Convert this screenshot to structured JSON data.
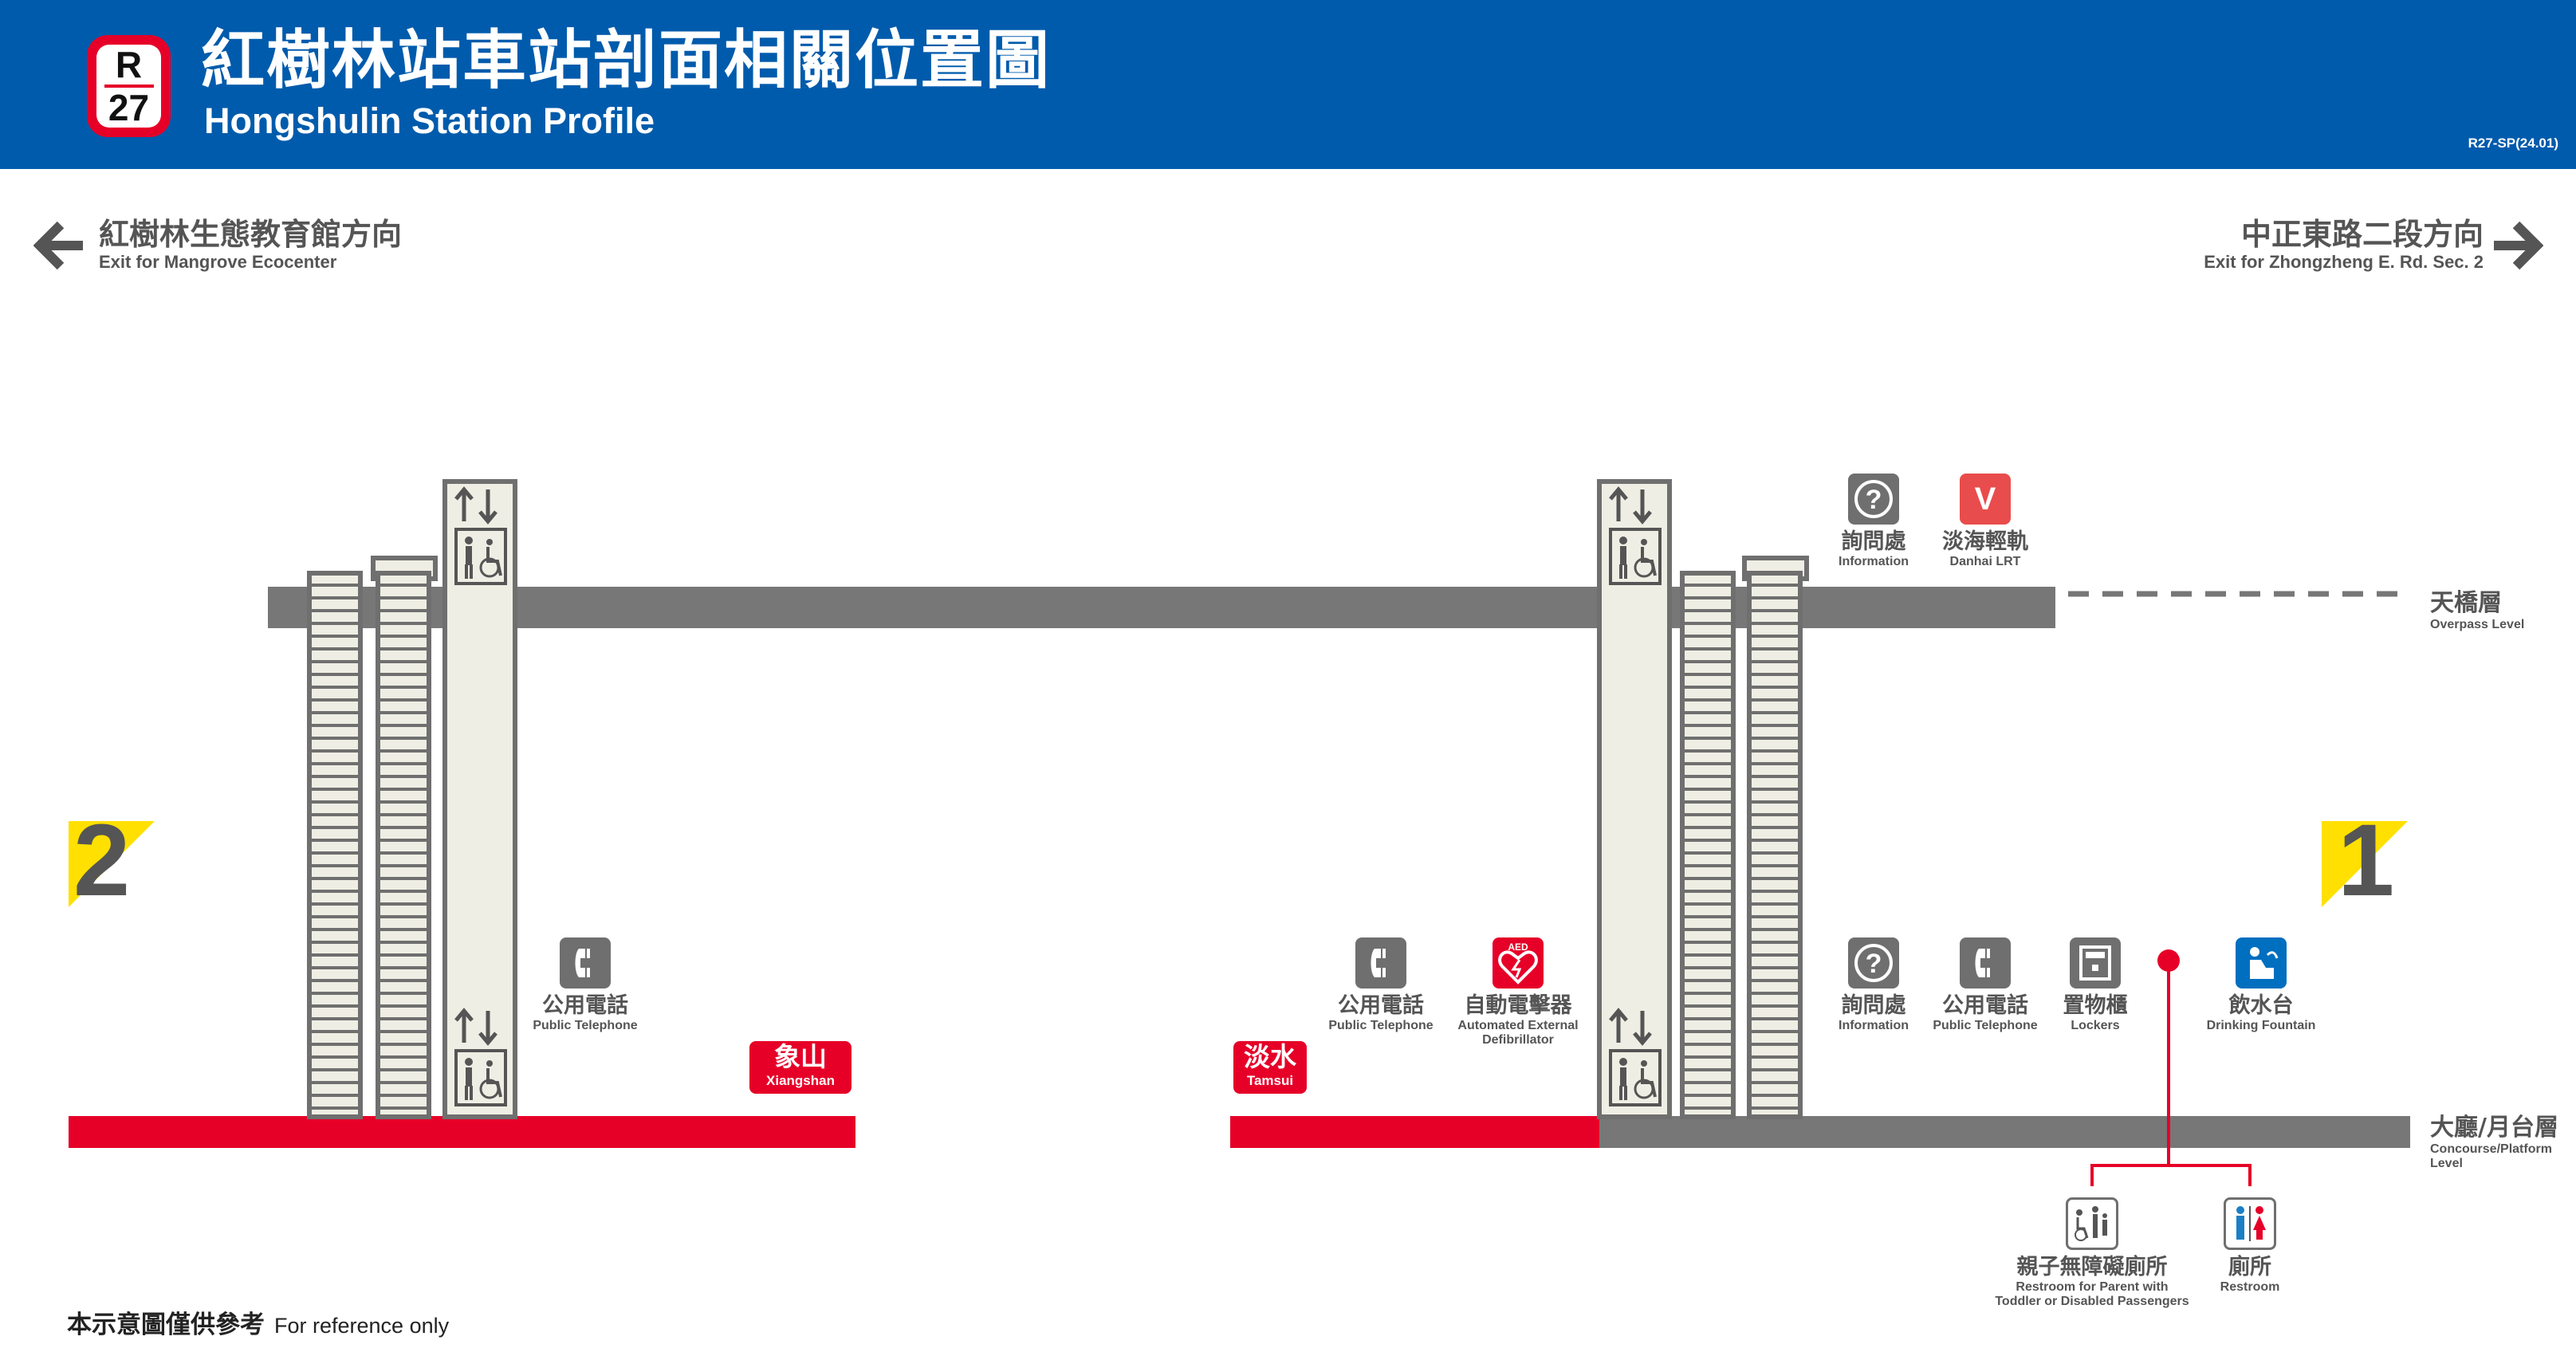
{
  "header": {
    "line_code_letter": "R",
    "line_code_number": "27",
    "title_zh": "紅樹林站車站剖面相關位置圖",
    "title_en": "Hongshulin Station Profile",
    "doc_code": "R27-SP(24.01)"
  },
  "directions": {
    "left": {
      "zh": "紅樹林生態教育館方向",
      "en": "Exit for Mangrove Ecocenter"
    },
    "right": {
      "zh": "中正東路二段方向",
      "en": "Exit for Zhongzheng E. Rd. Sec. 2"
    }
  },
  "exits": {
    "left": "2",
    "right": "1"
  },
  "levels": {
    "overpass": {
      "zh": "天橋層",
      "en": "Overpass Level"
    },
    "concourse": {
      "zh": "大廳/月台層",
      "en": "Concourse/Platform Level"
    }
  },
  "facilities": {
    "info_upper": {
      "zh": "詢問處",
      "en": "Information",
      "icon": "question-icon"
    },
    "lrt": {
      "zh": "淡海輕軌",
      "en": "Danhai LRT",
      "icon": "lrt-v-icon",
      "glyph": "V"
    },
    "phone_left": {
      "zh": "公用電話",
      "en": "Public Telephone",
      "icon": "telephone-icon"
    },
    "phone_mid": {
      "zh": "公用電話",
      "en": "Public Telephone",
      "icon": "telephone-icon"
    },
    "aed": {
      "zh": "自動電擊器",
      "en": "Automated External Defibrillator",
      "icon": "aed-icon",
      "glyph": "AED"
    },
    "info_lower": {
      "zh": "詢問處",
      "en": "Information",
      "icon": "question-icon"
    },
    "phone_right": {
      "zh": "公用電話",
      "en": "Public Telephone",
      "icon": "telephone-icon"
    },
    "lockers": {
      "zh": "置物櫃",
      "en": "Lockers",
      "icon": "locker-icon"
    },
    "fountain": {
      "zh": "飲水台",
      "en": "Drinking Fountain",
      "icon": "drinking-fountain-icon"
    },
    "family_restroom": {
      "zh": "親子無障礙廁所",
      "en1": "Restroom for Parent with",
      "en2": "Toddler or Disabled Passengers",
      "icon": "family-accessible-restroom-icon"
    },
    "restroom": {
      "zh": "廁所",
      "en": "Restroom",
      "icon": "restroom-icon"
    }
  },
  "platforms": {
    "xiangshan": {
      "zh": "象山",
      "en": "Xiangshan"
    },
    "tamsui": {
      "zh": "淡水",
      "en": "Tamsui"
    }
  },
  "note": {
    "zh": "本示意圖僅供參考",
    "en": "For reference only"
  },
  "colors": {
    "header_blue": "#005bac",
    "line_red": "#e60028",
    "structure_grey": "#777777",
    "stair_beige": "#efeee4",
    "exit_yellow": "#ffe000"
  }
}
